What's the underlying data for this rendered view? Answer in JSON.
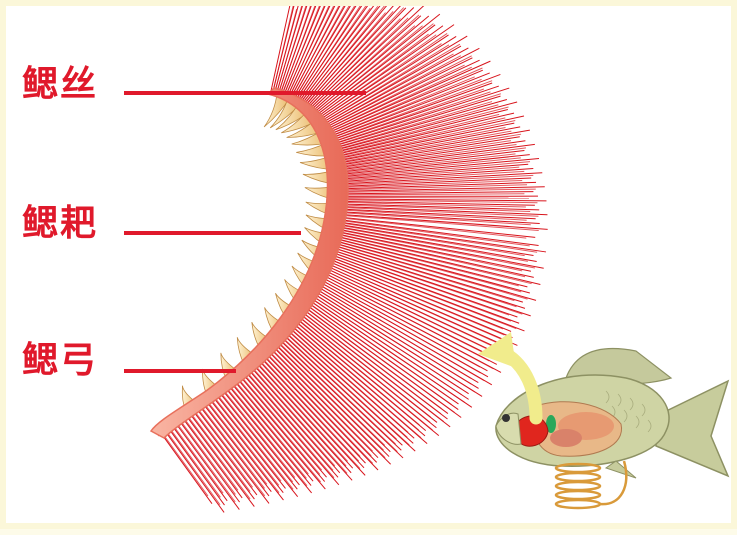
{
  "labels": {
    "gill_filaments": "鳃丝",
    "gill_rakers": "鳃耙",
    "gill_arch": "鳃弓"
  },
  "colors": {
    "label_text": "#e0192b",
    "leader_line": "#e0192b",
    "filament": "#d8141c",
    "arch": "#f08a78",
    "raker": "#f5d9a0",
    "arrow": "#f1ec8c",
    "fish_body": "#c9cf9a",
    "frame": "#fbf7d9"
  },
  "icons": {
    "indicator_arrow": "curved-arrow-icon",
    "fish": "fish-illustration"
  }
}
